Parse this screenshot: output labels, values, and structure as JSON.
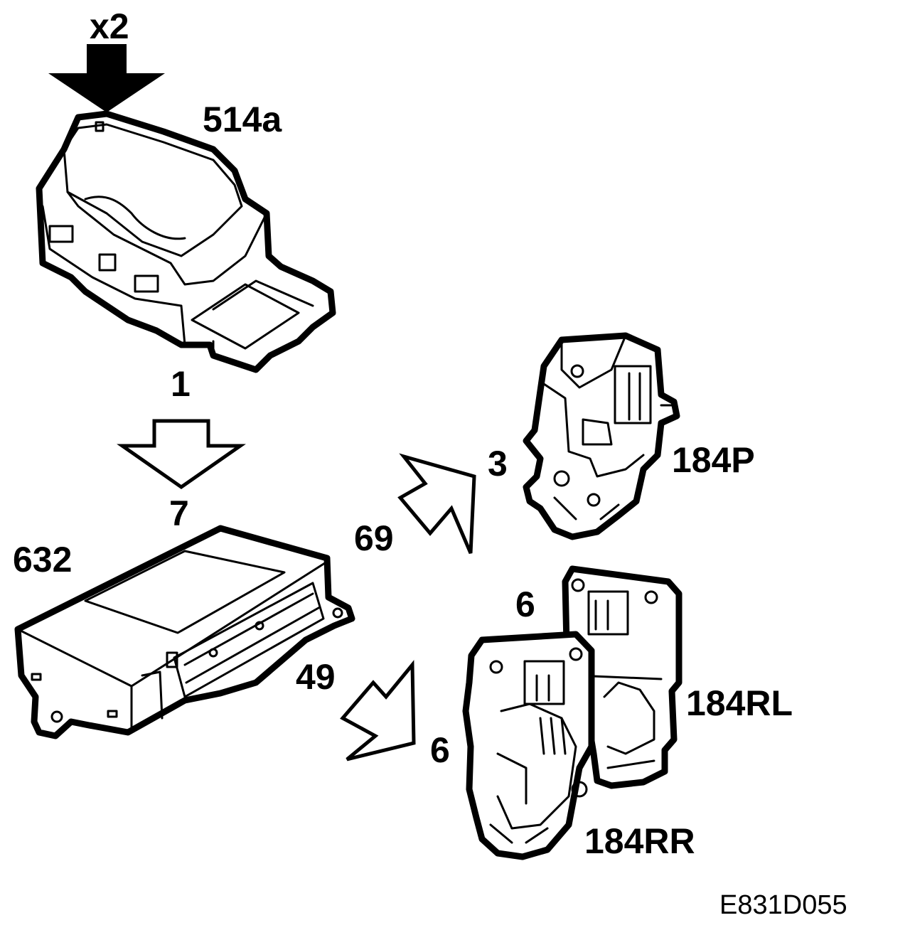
{
  "labels": {
    "quantity": "x2",
    "switch_part": "514a",
    "switch_pin": "1",
    "module_pin_in": "7",
    "module_part": "632",
    "wire_upper": "69",
    "wire_lower": "49",
    "motor_p_pin": "3",
    "motor_p_part": "184P",
    "motor_rl_pin": "6",
    "motor_rl_part": "184RL",
    "motor_rr_pin": "6",
    "motor_rr_part": "184RR"
  },
  "figure_code": "E831D055"
}
